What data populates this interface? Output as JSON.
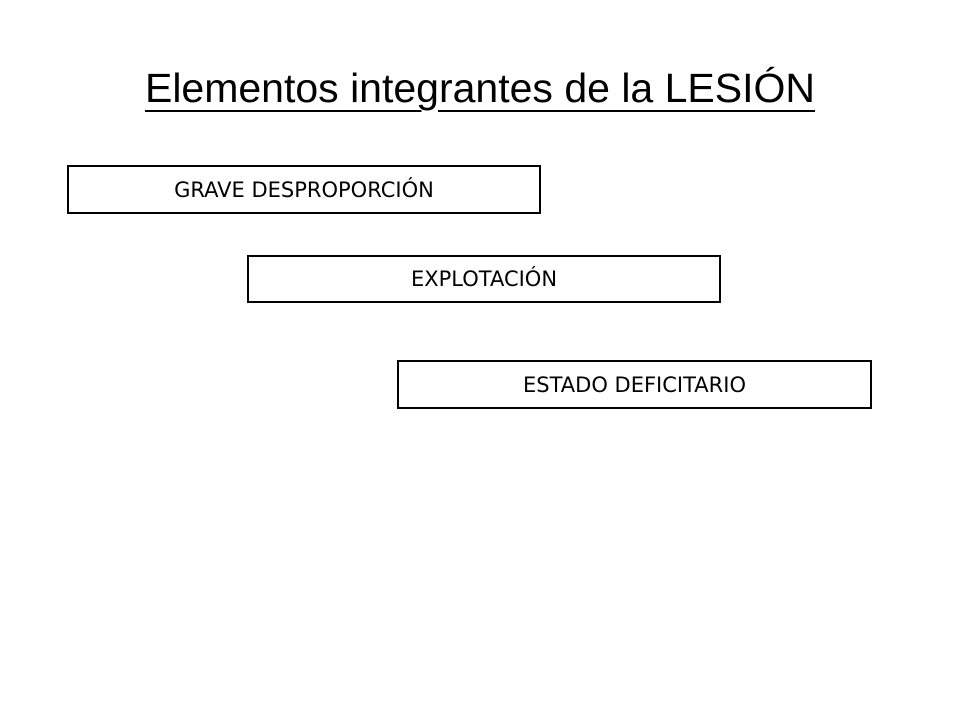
{
  "slide": {
    "title": "Elementos integrantes de la LESIÓN",
    "items": [
      {
        "label": "GRAVE DESPROPORCIÓN"
      },
      {
        "label": "EXPLOTACIÓN"
      },
      {
        "label": "ESTADO DEFICITARIO"
      }
    ]
  },
  "colors": {
    "text": "#000000",
    "border": "#000000",
    "background": "#ffffff"
  }
}
